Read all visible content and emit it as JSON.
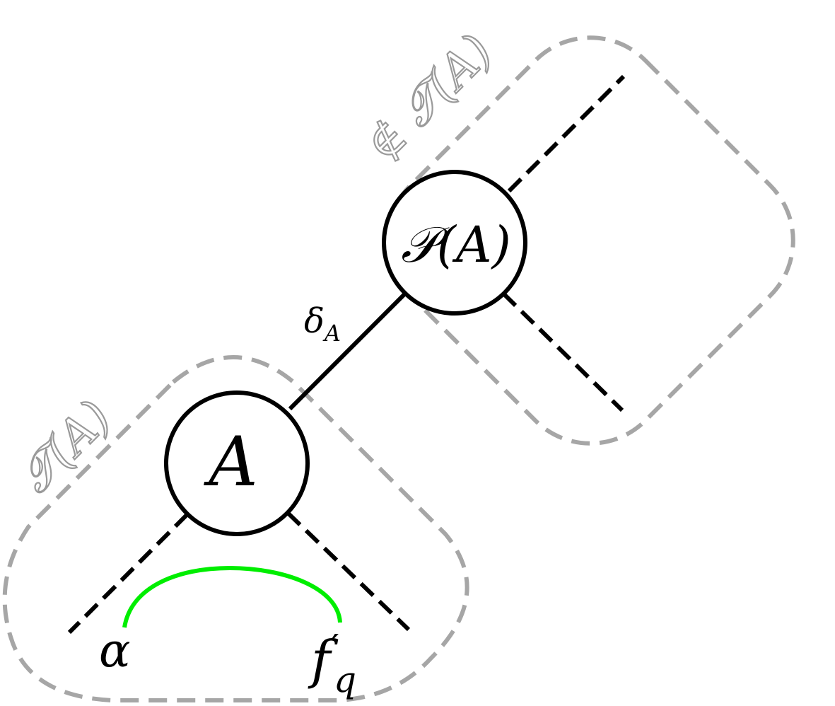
{
  "nodes": {
    "parent": "𝒫(A)",
    "child": "A"
  },
  "edge_label": {
    "base": "δ",
    "subscript": "A"
  },
  "region_labels": {
    "subtree": "𝒯(A)",
    "not_subtree": "∉ 𝒯(A)"
  },
  "leaf_labels": {
    "alpha": "α",
    "f_base": "f",
    "f_prime": "′",
    "f_subscript": "q"
  },
  "colors": {
    "region_border": "#a6a6a6",
    "edge": "#000000",
    "path_arc": "#00ee00"
  }
}
